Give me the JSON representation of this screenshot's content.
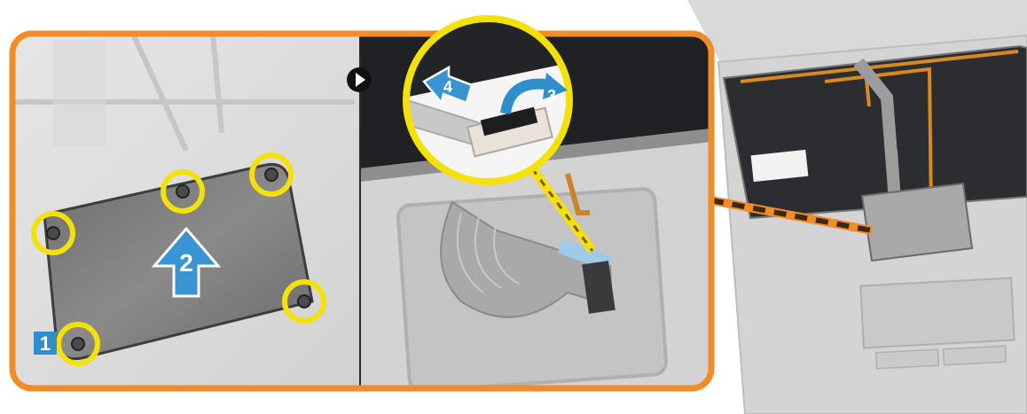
{
  "colors": {
    "frame_orange": "#F28C28",
    "callout_yellow": "#F5E10A",
    "step_blue": "#2E8FCB",
    "panel_gray": "#CFCFCF",
    "plate_gray": "#7F7F7F",
    "keyboard_dark": "#2B2D31"
  },
  "steps": [
    {
      "number": "1",
      "kind": "badge"
    },
    {
      "number": "2",
      "kind": "arrow"
    },
    {
      "number": "3",
      "kind": "arrow"
    },
    {
      "number": "4",
      "kind": "arrow"
    }
  ],
  "icons": [
    "play-icon",
    "screw-icon",
    "arrow-up-icon",
    "arrow-curved-icon",
    "arrow-left-icon"
  ]
}
